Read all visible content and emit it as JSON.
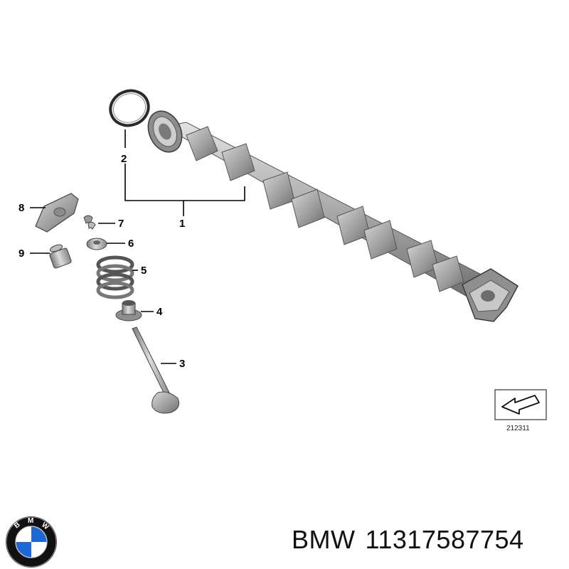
{
  "callouts": {
    "c1": "1",
    "c2": "2",
    "c3": "3",
    "c4": "4",
    "c5": "5",
    "c6": "6",
    "c7": "7",
    "c8": "8",
    "c9": "9"
  },
  "reference_number": "212311",
  "caption": {
    "brand": "BMW",
    "part_number": "11317587754"
  },
  "logo": {
    "icon": "bmw-roundel-icon",
    "letters": "BMW",
    "colors": {
      "blue": "#1c69d4",
      "white": "#ffffff",
      "ring": "#111111"
    }
  }
}
